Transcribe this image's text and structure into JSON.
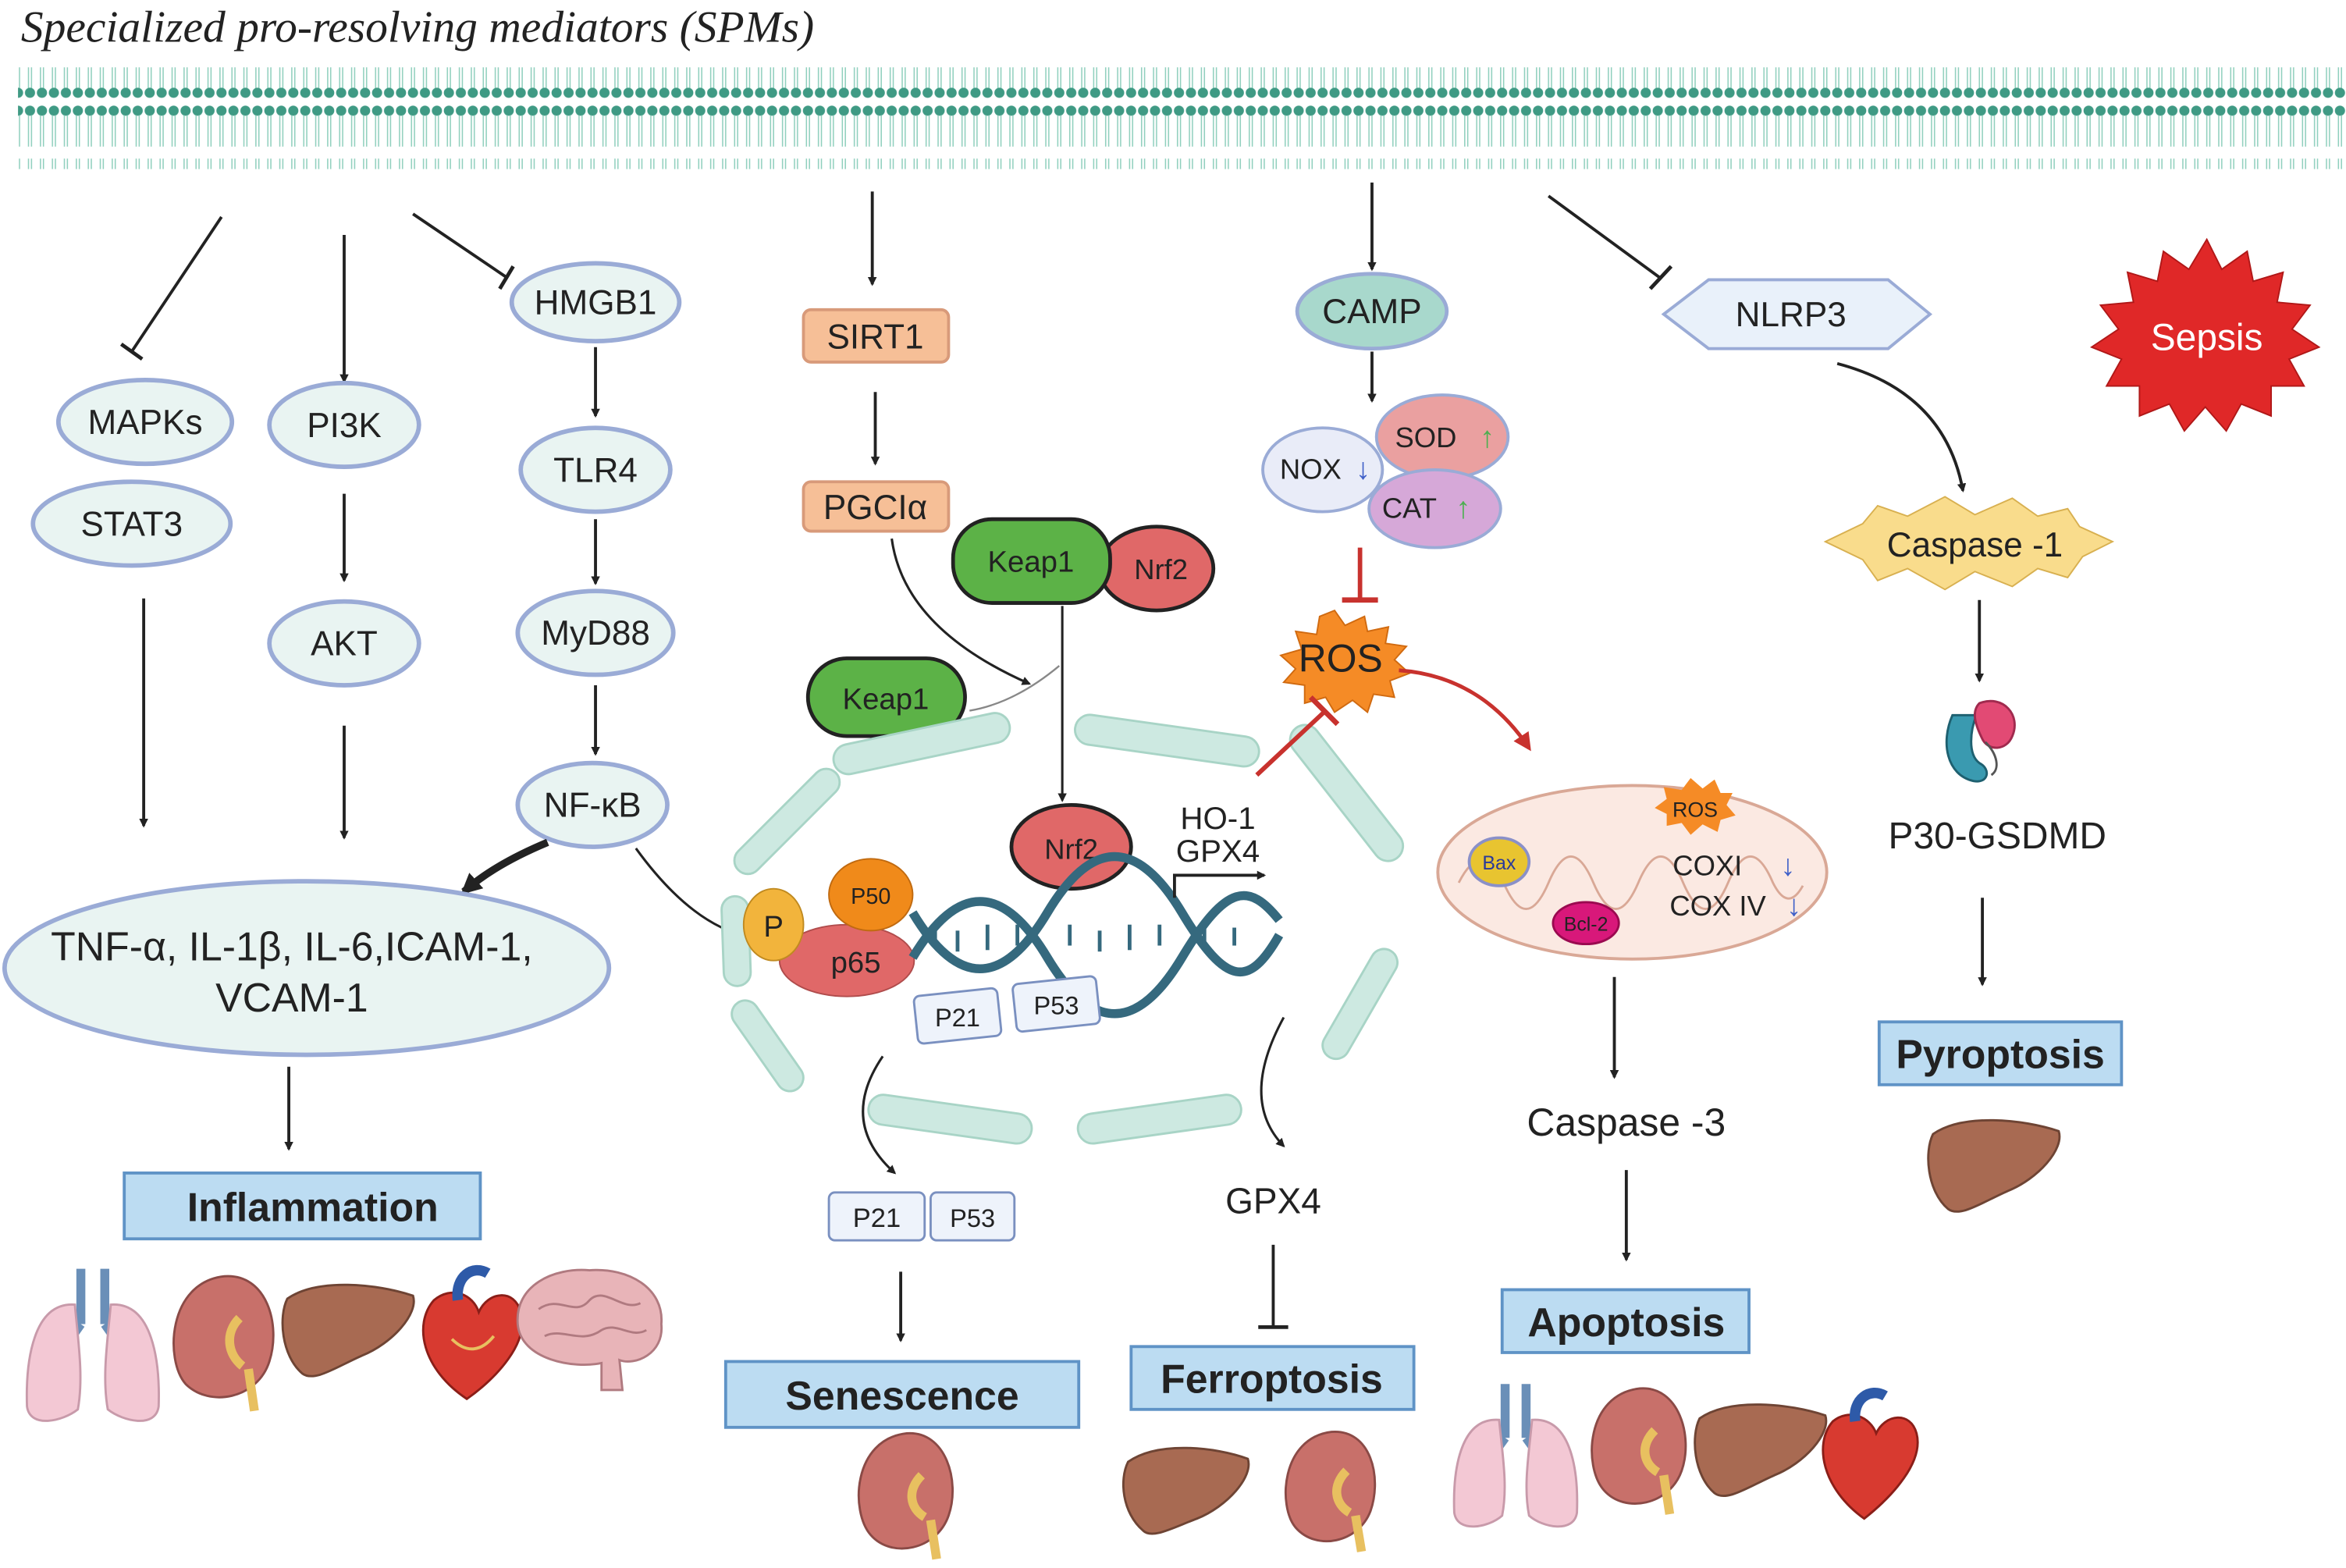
{
  "title": "Specialized pro-resolving mediators (SPMs)",
  "left": {
    "mapks": "MAPKs",
    "stat3": "STAT3",
    "pi3k": "PI3K",
    "akt": "AKT",
    "hmgb1": "HMGB1",
    "tlr4": "TLR4",
    "myd88": "MyD88",
    "nfkb": "NF-κB",
    "cytokines_line1": "TNF-α, IL-1β, IL-6,ICAM-1,",
    "cytokines_line2": "VCAM-1",
    "outcome": "Inflammation"
  },
  "center": {
    "sirt1": "SIRT1",
    "pgc1a": "PGCIα",
    "keap1": "Keap1",
    "nrf2": "Nrf2",
    "keap1_free": "Keap1",
    "nrf2_nuclear": "Nrf2",
    "p": "P",
    "p50": "P50",
    "p65": "p65",
    "p21": "P21",
    "p53": "P53",
    "ho1": "HO-1",
    "gpx4_gene": "GPX4",
    "p21_out": "P21",
    "p53_out": "P53",
    "gpx4_out": "GPX4",
    "senescence": "Senescence",
    "ferroptosis": "Ferroptosis"
  },
  "right": {
    "camp": "CAMP",
    "sod": "SOD",
    "nox": "NOX",
    "cat": "CAT",
    "ros": "ROS",
    "mito_ros": "ROS",
    "bax": "Bax",
    "bcl2": "Bcl-2",
    "cox1": "COXI",
    "cox4": "COX IV",
    "caspase3": "Caspase -3",
    "apoptosis": "Apoptosis",
    "nlrp3": "NLRP3",
    "caspase1": "Caspase -1",
    "gsdmd": "P30-GSDMD",
    "pyroptosis": "Pyroptosis",
    "sepsis": "Sepsis"
  },
  "colors": {
    "membrane": "#3f9a84",
    "node_fill": "#e9f4f2",
    "node_stroke": "#9aabd6",
    "outcome_fill": "#bcdcf2",
    "outcome_stroke": "#5f93c6",
    "orange_fill": "#f6bf97",
    "keap1_green": "#5cb247",
    "nrf2_red": "#e06868",
    "nucleus_green": "#cde9e1",
    "dna": "#35697e",
    "ros_orange": "#f58b26",
    "sepsis_red": "#e02828",
    "caspase1_yellow": "#f9dc8c",
    "inhibit_red": "#c8322e",
    "up_green": "#4caf50",
    "down_blue": "#4060c8",
    "organ_liver": "#a86a52",
    "organ_lung": "#f3c8d4",
    "organ_kidney": "#c8706a",
    "organ_heart": "#d83a30",
    "organ_brain": "#e8b4b8"
  },
  "icons": [
    "lung-icon",
    "kidney-icon",
    "liver-icon",
    "heart-icon",
    "brain-icon",
    "gasdermin-icon"
  ]
}
